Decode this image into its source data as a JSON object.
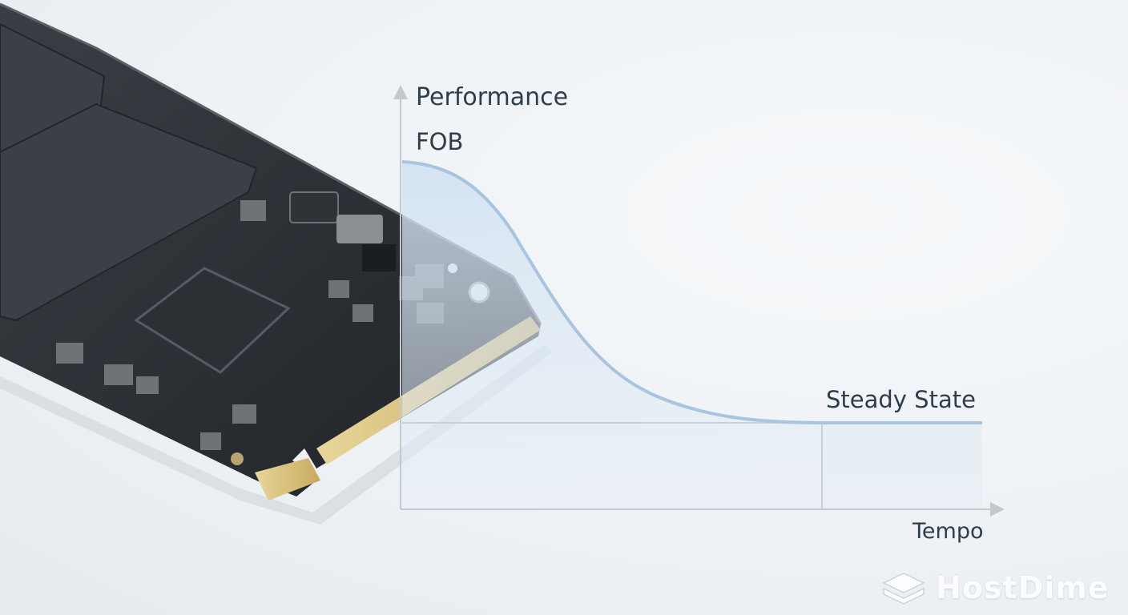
{
  "diagram": {
    "y_axis_label": "Performance",
    "peak_label": "FOB",
    "plateau_label": "Steady State",
    "x_axis_label": "Tempo"
  },
  "brand": {
    "name": "HostDime"
  },
  "colors": {
    "curve": "#a8c4e0",
    "curve_fill": "#d3e3f2",
    "axis": "#c2c9cf",
    "pcb": "#2a2e33",
    "chip": "#34383d",
    "gold": "#d9c07a"
  },
  "icons": {
    "brand_logo": "stacked-servers-icon"
  }
}
